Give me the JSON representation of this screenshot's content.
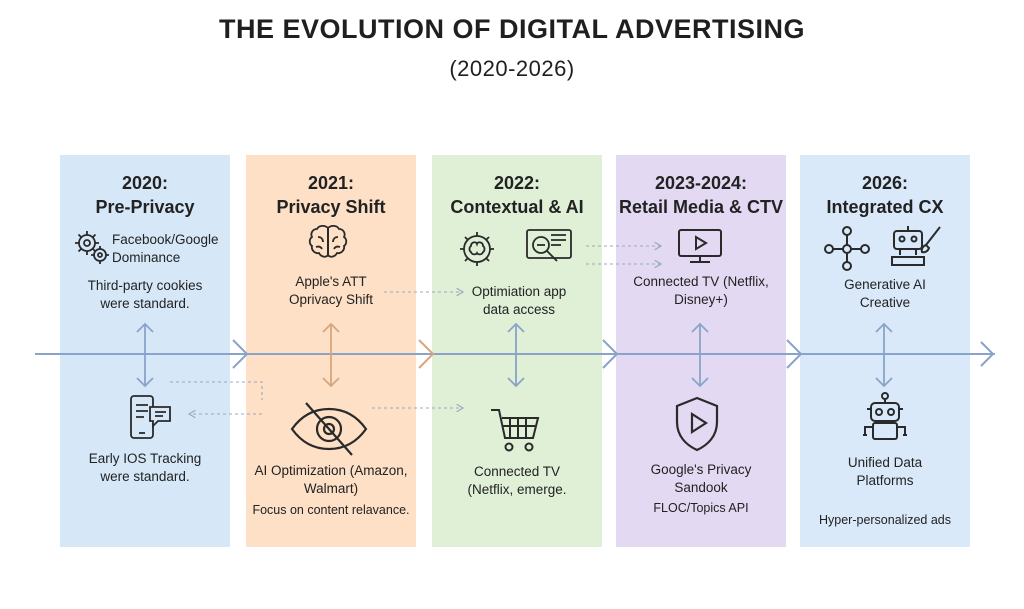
{
  "title": "THE EVOLUTION OF DIGITAL ADVERTISING",
  "subtitle": "(2020-2026)",
  "colors": {
    "p1": "#d6e8f8",
    "p2": "#fde0c6",
    "p3": "#dff0d6",
    "p4": "#e3d9f3",
    "p5": "#d9e9f9",
    "arrow": "#8aa3c9",
    "stroke": "#2a2a2a"
  },
  "panels": [
    {
      "year": "2020:",
      "name": "Pre-Privacy",
      "top_label": "Facebook/Google Dominance",
      "top_note": "Third-party cookies were standard.",
      "bottom_label": "Early IOS Tracking were standard.",
      "icons": [
        "gears-icon",
        "chat-phone-icon"
      ]
    },
    {
      "year": "2021:",
      "name": "Privacy Shift",
      "top_label": "Apple's ATT Oprivacy Shift",
      "bottom_label": "AI Optimization (Amazon, Walmart)",
      "bottom_note": "Focus on content relavance.",
      "icons": [
        "brain-icon",
        "eye-slash-icon"
      ]
    },
    {
      "year": "2022:",
      "name": "Contextual & AI",
      "top_label": "Optimiation app data access",
      "bottom_label": "Connected TV (Netflix, emerge.",
      "icons": [
        "brain-gear-icon",
        "analytics-screen-icon",
        "shopping-cart-icon"
      ]
    },
    {
      "year": "2023-2024:",
      "name": "Retail Media & CTV",
      "top_label": "Connected TV (Netflix, Disney+)",
      "bottom_label": "Google's Privacy Sandook",
      "bottom_note": "FLOC/Topics API",
      "icons": [
        "tv-play-icon",
        "shield-play-icon"
      ]
    },
    {
      "year": "2026:",
      "name": "Integrated CX",
      "top_label": "Generative AI Creative",
      "bottom_label": "Unified Data Platforms",
      "bottom_note": "Hyper-personalized ads",
      "icons": [
        "network-icon",
        "robot-brush-icon",
        "robot-icon"
      ]
    }
  ]
}
